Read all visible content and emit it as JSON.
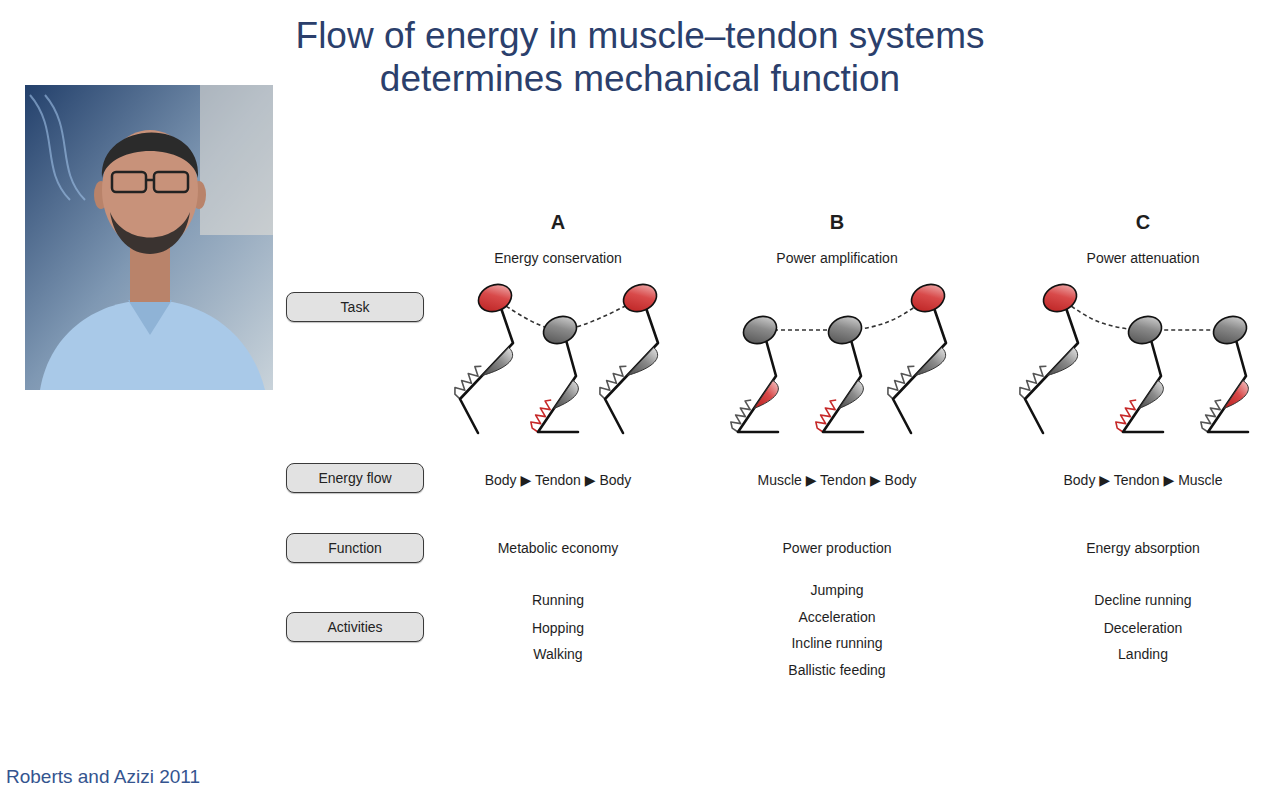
{
  "diagram": {
    "title": "Flow of energy in muscle–tendon systems determines mechanical function",
    "caption": "Roberts and Azizi 2011",
    "nodes": [
      {
        "text": [
          "Task"
        ]
      },
      {
        "text": [
          "Energy flow"
        ]
      },
      {
        "text": [
          "Function"
        ]
      },
      {
        "text": [
          "Activities"
        ]
      }
    ],
    "labels": [
      "A",
      "B",
      "C",
      "Energy conservation",
      "Power amplification",
      "Power attenuation",
      "Body ▶ Tendon ▶ Body",
      "Muscle ▶ Tendon ▶ Body",
      "Body ▶ Tendon ▶ Muscle",
      "Metabolic economy",
      "Power production",
      "Energy absorption",
      "Running",
      "Hopping",
      "Walking",
      "Jumping",
      "Acceleration",
      "Incline running",
      "Ballistic feeding",
      "Decline running",
      "Deceleration",
      "Landing"
    ]
  }
}
